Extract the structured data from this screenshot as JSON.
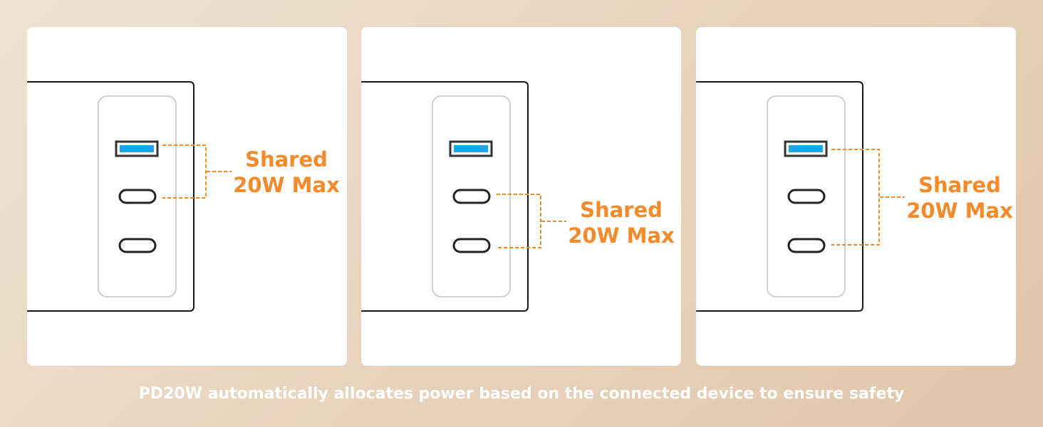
{
  "panels": [
    {
      "label": {
        "line1": "Shared",
        "line2": "20W Max"
      },
      "linked_ports": [
        "usb-a",
        "usb-c-1"
      ]
    },
    {
      "label": {
        "line1": "Shared",
        "line2": "20W Max"
      },
      "linked_ports": [
        "usb-c-1",
        "usb-c-2"
      ]
    },
    {
      "label": {
        "line1": "Shared",
        "line2": "20W Max"
      },
      "linked_ports": [
        "usb-a",
        "usb-c-2"
      ]
    }
  ],
  "caption": "PD20W automatically allocates power based on the connected device to ensure safety",
  "colors": {
    "accent": "#f58a2a",
    "usb_a_fill": "#1aa6e8",
    "port_outline": "#222222",
    "faceplate_border": "#d0d0d0"
  }
}
